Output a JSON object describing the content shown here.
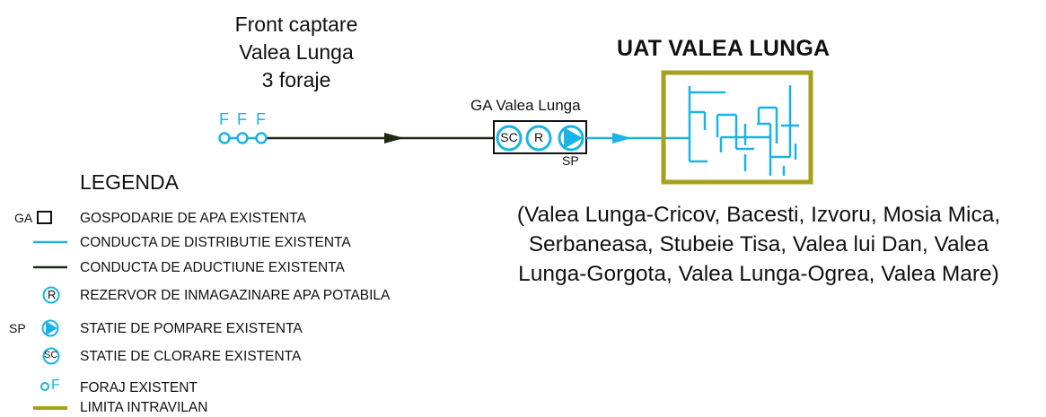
{
  "source": {
    "lines": [
      "Front captare",
      "Valea Lunga",
      "3 foraje"
    ],
    "well_labels": [
      "F",
      "F",
      "F"
    ]
  },
  "ga": {
    "title": "GA Valea Lunga",
    "symbols": [
      "SC",
      "R"
    ],
    "pump_label": "SP"
  },
  "uat": {
    "title": "UAT VALEA LUNGA",
    "localities": [
      "(Valea Lunga-Cricov, Bacesti, Izvoru, Mosia Mica,",
      "Serbaneasa, Stubeie Tisa, Valea lui Dan, Valea",
      "Lunga-Gorgota, Valea Lunga-Ogrea, Valea Mare)"
    ]
  },
  "legend": {
    "title": "LEGENDA",
    "items": [
      {
        "symbol": "ga-box",
        "prefix": "GA",
        "label": "GOSPODARIE DE APA EXISTENTA"
      },
      {
        "symbol": "distribution-line",
        "label": "CONDUCTA DE DISTRIBUTIE EXISTENTA"
      },
      {
        "symbol": "adduction-line",
        "label": "CONDUCTA DE ADUCTIUNE EXISTENTA"
      },
      {
        "symbol": "reservoir-circle",
        "glyph": "R",
        "label": "REZERVOR DE INMAGAZINARE APA POTABILA"
      },
      {
        "symbol": "pump-circle",
        "prefix": "SP",
        "label": "STATIE DE POMPARE EXISTENTA"
      },
      {
        "symbol": "chlorination-circle",
        "glyph": "SC",
        "label": "STATIE DE CLORARE EXISTENTA"
      },
      {
        "symbol": "well",
        "glyph": "F",
        "label": "FORAJ EXISTENT"
      },
      {
        "symbol": "boundary-line",
        "label": "LIMITA INTRAVILAN"
      }
    ]
  },
  "colors": {
    "distribution": "#1bb3e6",
    "adduction": "#1c2a14",
    "boundary": "#a6a11a",
    "text": "#111111"
  }
}
